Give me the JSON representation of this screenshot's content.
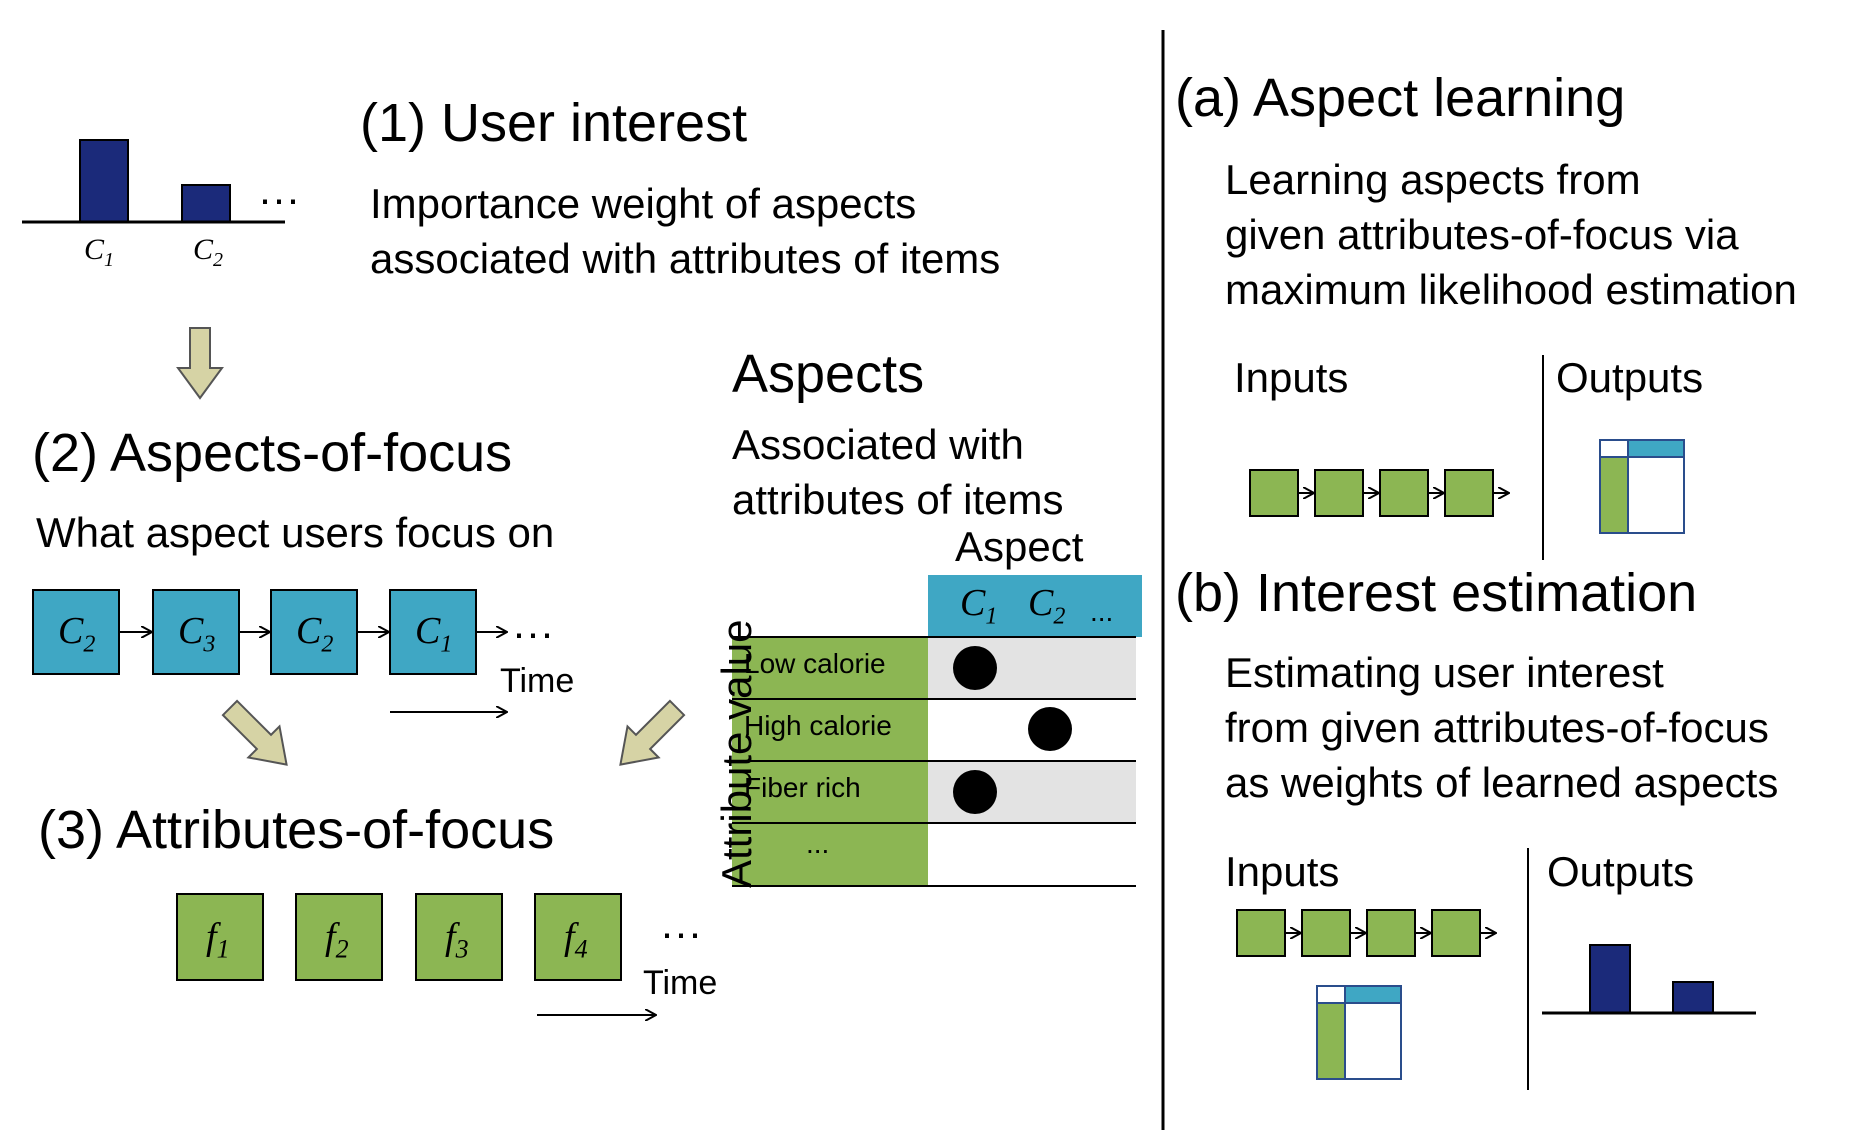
{
  "left": {
    "user_interest": {
      "title": "(1) User interest",
      "desc_line1": "Importance weight of aspects",
      "desc_line2": "associated with attributes of items",
      "chart_data": {
        "type": "bar",
        "categories": [
          "C1",
          "C2"
        ],
        "values": [
          1.0,
          0.45
        ],
        "trailing": "···"
      }
    },
    "aspects_of_focus": {
      "title": "(2) Aspects-of-focus",
      "desc": "What aspect users focus on",
      "sequence": [
        {
          "sym": "C",
          "sub": "2"
        },
        {
          "sym": "C",
          "sub": "3"
        },
        {
          "sym": "C",
          "sub": "2"
        },
        {
          "sym": "C",
          "sub": "1"
        }
      ],
      "ellipsis": "···",
      "time_label": "Time"
    },
    "attributes_of_focus": {
      "title": "(3) Attributes-of-focus",
      "sequence": [
        {
          "sym": "f",
          "sub": "1"
        },
        {
          "sym": "f",
          "sub": "2"
        },
        {
          "sym": "f",
          "sub": "3"
        },
        {
          "sym": "f",
          "sub": "4"
        }
      ],
      "ellipsis": "···",
      "time_label": "Time"
    },
    "aspects_table": {
      "title": "Aspects",
      "desc_line1": "Associated with",
      "desc_line2": "attributes of items",
      "col_header": "Aspect",
      "row_header": "Attribute value",
      "columns": [
        {
          "sym": "C",
          "sub": "1"
        },
        {
          "sym": "C",
          "sub": "2"
        }
      ],
      "column_ellipsis": "...",
      "rows": [
        {
          "label": "Low calorie",
          "mark": "C1"
        },
        {
          "label": "High calorie",
          "mark": "C2"
        },
        {
          "label": "Fiber rich",
          "mark": "C1"
        },
        {
          "label": "...",
          "mark": ""
        }
      ]
    }
  },
  "right": {
    "aspect_learning": {
      "title": "(a) Aspect learning",
      "desc_line1": "Learning aspects from",
      "desc_line2": "given attributes-of-focus via",
      "desc_line3": "maximum likelihood estimation",
      "inputs_label": "Inputs",
      "outputs_label": "Outputs"
    },
    "interest_estimation": {
      "title": "(b) Interest estimation",
      "desc_line1": "Estimating user interest",
      "desc_line2": "from given attributes-of-focus",
      "desc_line3": "as weights of learned aspects",
      "inputs_label": "Inputs",
      "outputs_label": "Outputs",
      "chart_data": {
        "type": "bar",
        "values": [
          1.0,
          0.45
        ]
      }
    }
  },
  "colors": {
    "navy": "#1b2a7a",
    "teal": "#3fa7c4",
    "green": "#8cb653",
    "table_gray": "#e3e3e3",
    "arrow_fill": "#d6d3a5"
  }
}
